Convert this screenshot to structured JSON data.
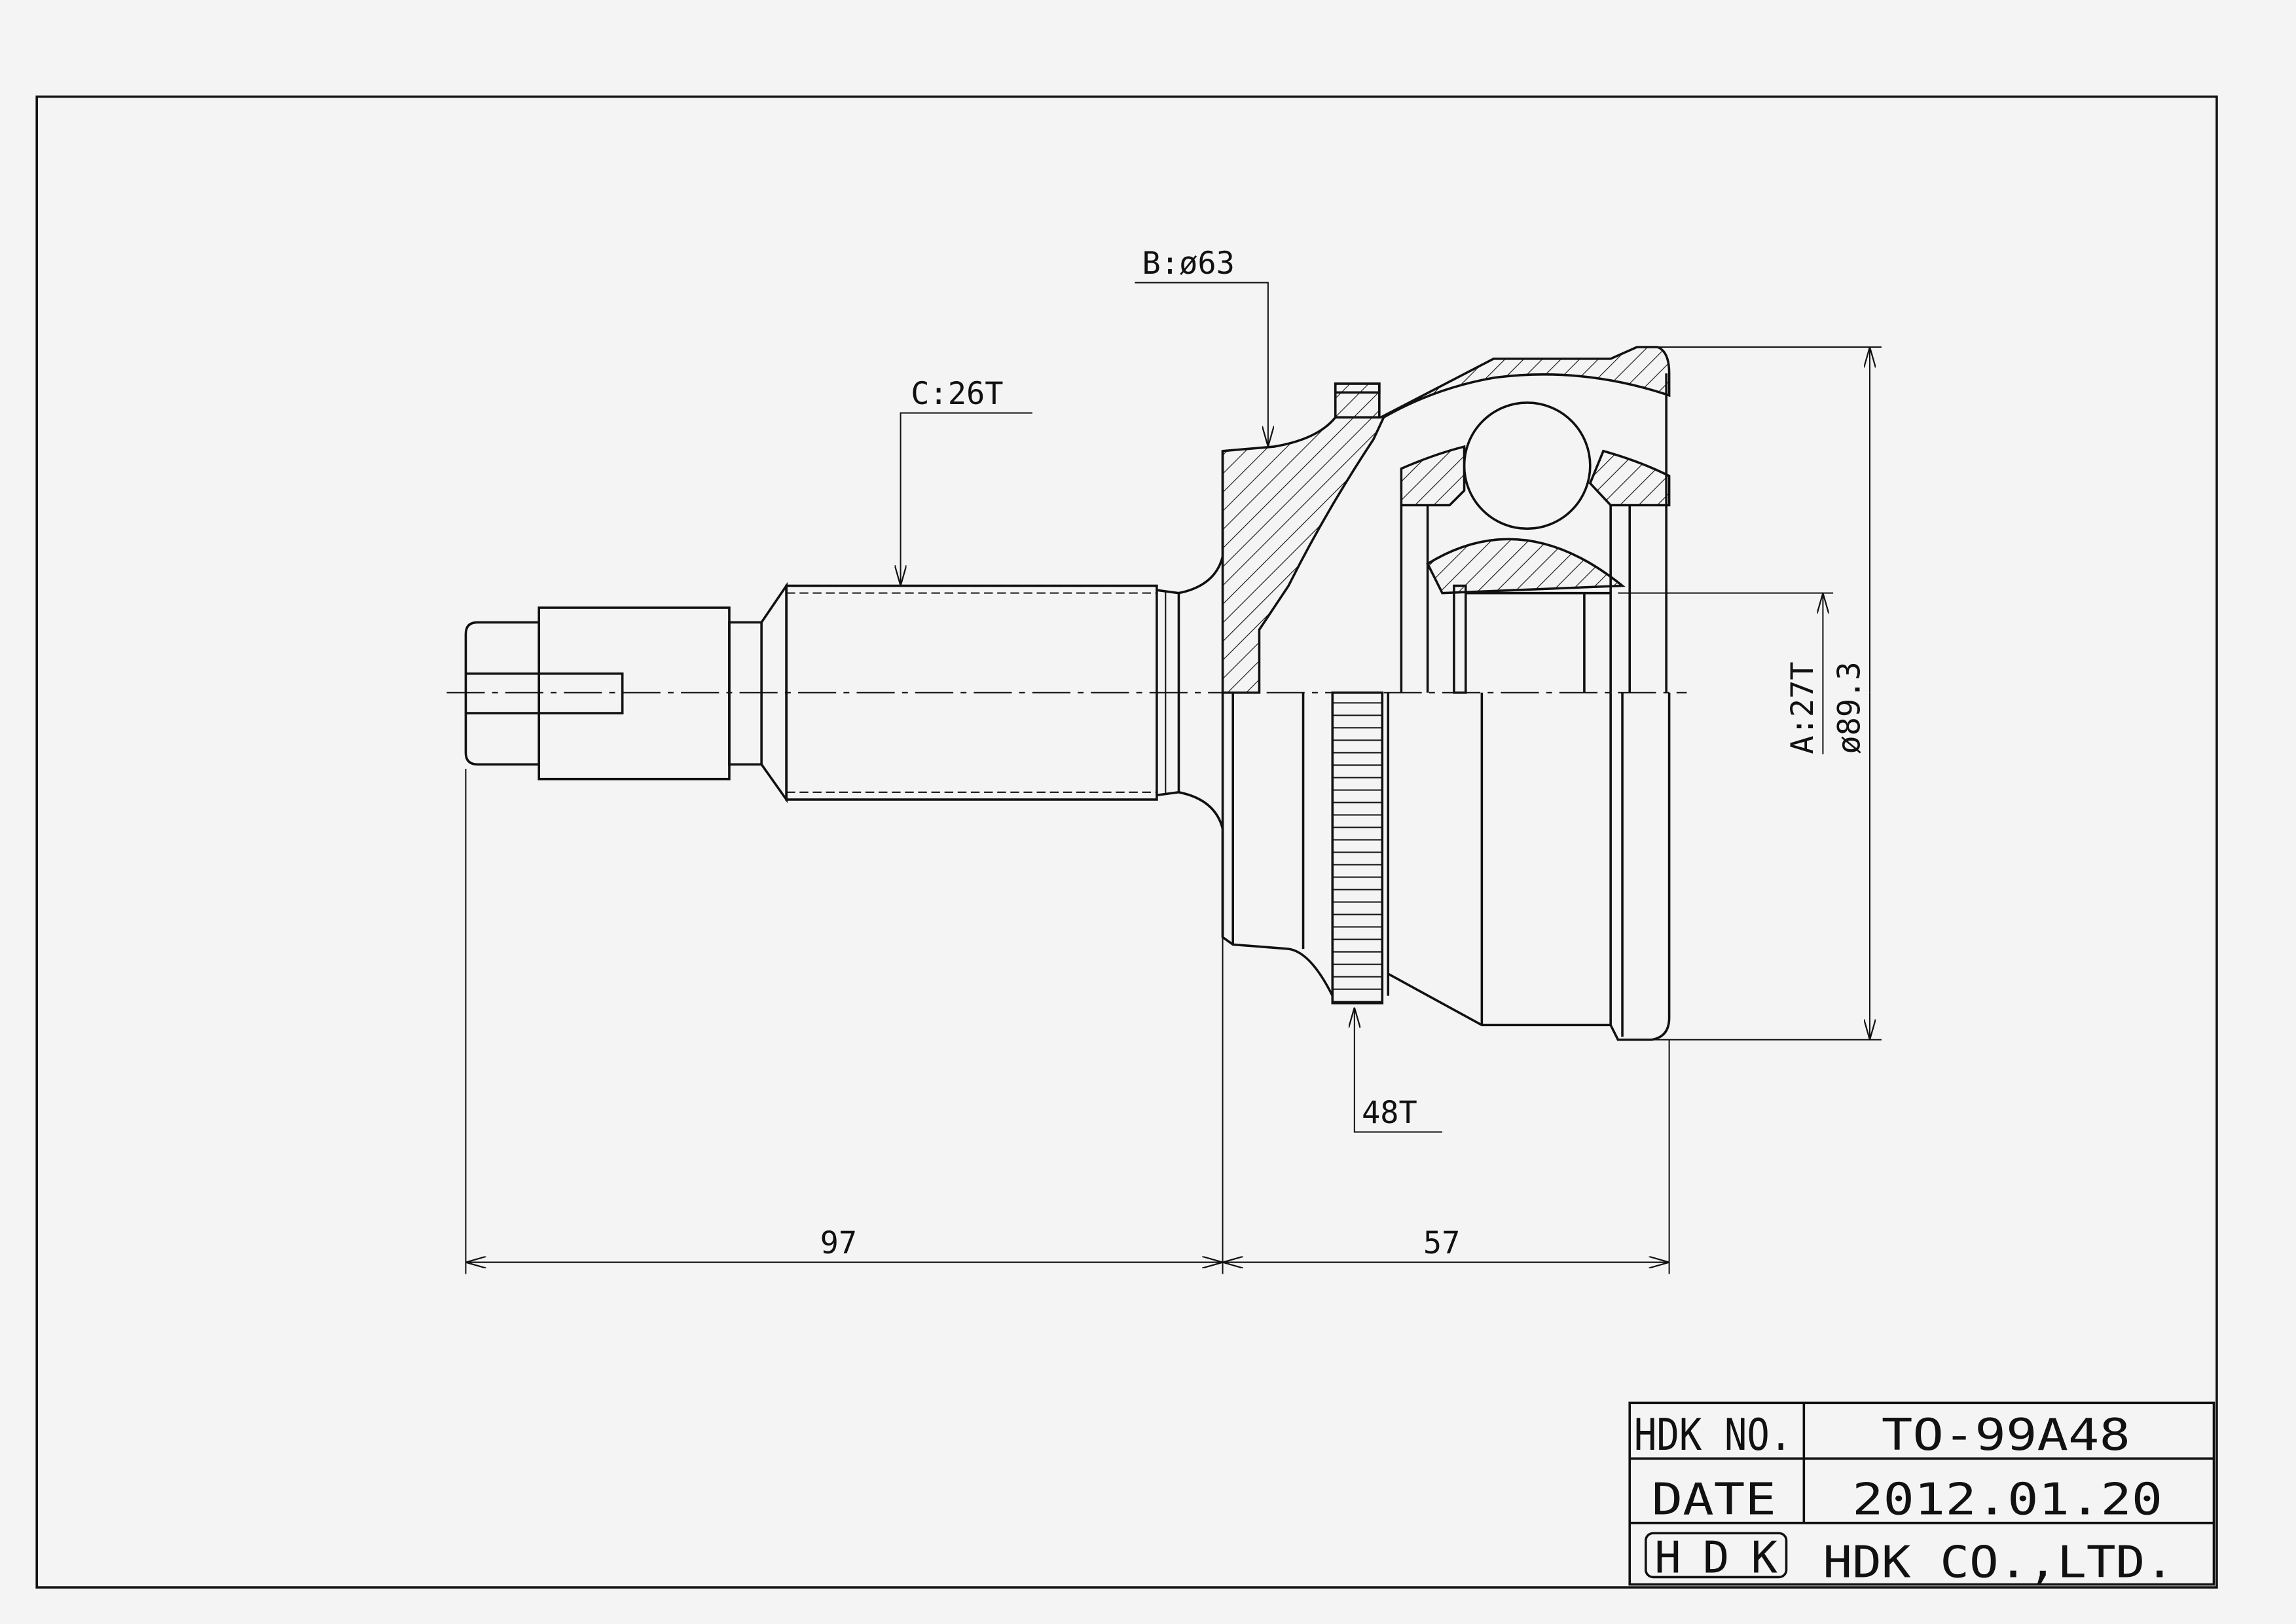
{
  "drawing": {
    "labels": {
      "spline_c": "C:26T",
      "bell_b": "B:ø63",
      "abs_teeth": "48T",
      "spline_a": "A:27T",
      "outer_diameter": "ø89.3"
    },
    "dimensions": {
      "shaft_length": "97",
      "bell_length": "57"
    }
  },
  "title_block": {
    "part_no_label": "HDK NO.",
    "part_no": "TO-99A48",
    "date_label": "DATE",
    "date": "2012.01.20",
    "logo": "HDK",
    "company": "HDK CO.,LTD."
  },
  "colors": {
    "ink": "#111111",
    "paper": "#f4f4f4"
  }
}
